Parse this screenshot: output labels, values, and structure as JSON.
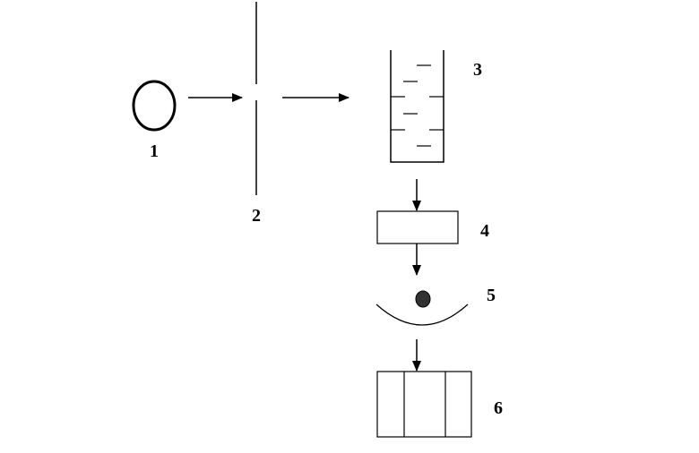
{
  "labels": {
    "source": "1",
    "slit": "2",
    "container": "3",
    "box": "4",
    "reflector": "5",
    "detector": "6"
  },
  "colors": {
    "stroke": "#000000",
    "dot": "#333333",
    "background": "#ffffff"
  }
}
